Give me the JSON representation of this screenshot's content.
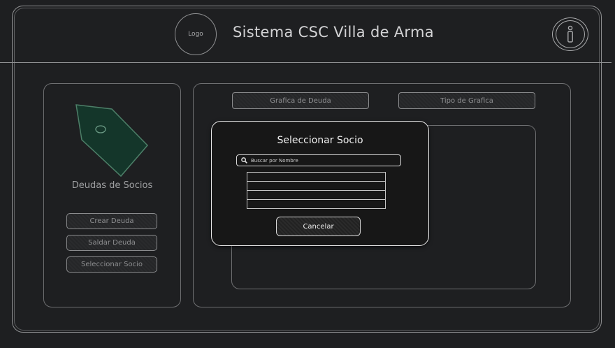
{
  "header": {
    "logo_label": "Logo",
    "title": "Sistema CSC Villa de Arma",
    "info_icon": "info-icon"
  },
  "sidebar": {
    "section_icon": "tag-icon",
    "section_title": "Deudas de Socios",
    "buttons": [
      {
        "label": "Crear Deuda"
      },
      {
        "label": "Saldar Deuda"
      },
      {
        "label": "Seleccionar Socio"
      }
    ]
  },
  "main": {
    "chart_button_label": "Grafica de Deuda",
    "chart_type_label": "Tipo de Grafica"
  },
  "modal": {
    "title": "Seleccionar Socio",
    "search_placeholder": "Buscar por Nombre",
    "search_icon": "search-icon",
    "cancel_label": "Cancelar"
  },
  "colors": {
    "background": "#1e1f21",
    "tag_fill": "#14362a",
    "modal_background": "#171717",
    "border": "#8f9092"
  }
}
